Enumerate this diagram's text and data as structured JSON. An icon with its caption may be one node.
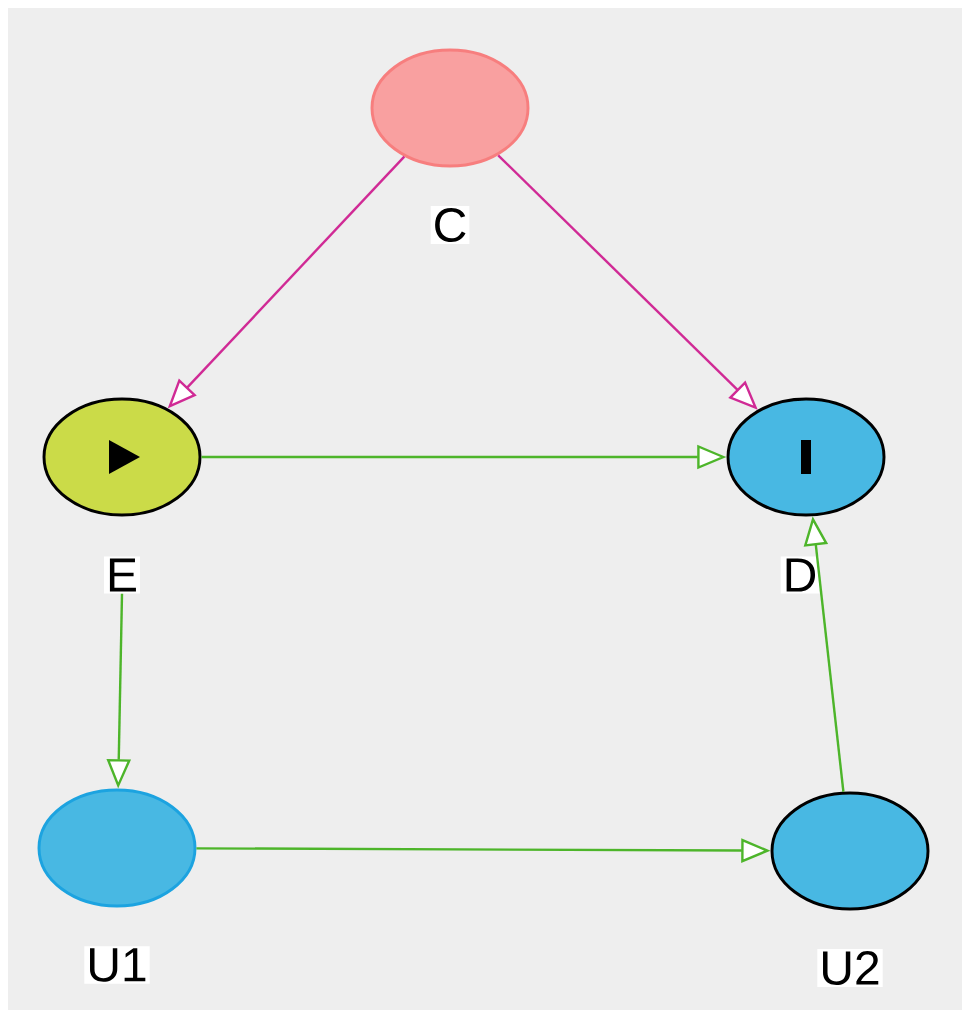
{
  "diagram": {
    "nodes": [
      {
        "text": [
          "C"
        ]
      },
      {
        "text": [
          "E"
        ]
      },
      {
        "text": [
          "D"
        ]
      },
      {
        "text": [
          "U1"
        ]
      },
      {
        "text": [
          "U2"
        ]
      }
    ],
    "edges": [
      {
        "from": 0,
        "to": 1,
        "arrow": "to",
        "color": "#d02a95"
      },
      {
        "from": 0,
        "to": 2,
        "arrow": "to",
        "color": "#d02a95"
      },
      {
        "from": 1,
        "to": 2,
        "arrow": "to"
      },
      {
        "from": 1,
        "to": 3,
        "arrow": "to"
      },
      {
        "from": 3,
        "to": 4,
        "arrow": "to"
      },
      {
        "from": 4,
        "to": 2,
        "arrow": "to"
      }
    ]
  }
}
